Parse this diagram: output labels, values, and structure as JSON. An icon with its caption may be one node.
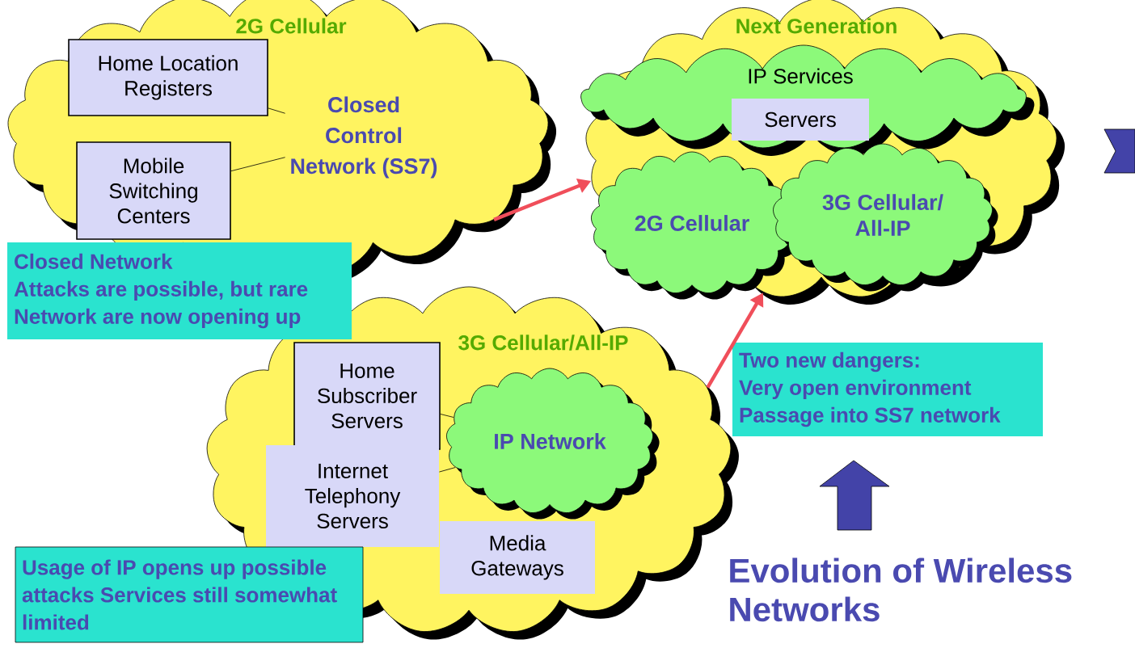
{
  "diagram": {
    "title": "Evolution of Wireless Networks",
    "nodes": [
      {
        "text": [
          "2G Cellular"
        ]
      },
      {
        "text": [
          "Home Location Registers"
        ],
        "in": 0
      },
      {
        "text": [
          "Mobile Switching Centers"
        ],
        "in": 0
      },
      {
        "text": [
          "Closed Control Network (SS7)"
        ],
        "in": 0
      },
      {
        "text": [
          "Next Generation"
        ]
      },
      {
        "text": [
          "IP Services"
        ],
        "in": 4
      },
      {
        "text": [
          "Servers"
        ],
        "in": 5
      },
      {
        "text": [
          "2G Cellular"
        ],
        "in": 4
      },
      {
        "text": [
          "3G Cellular/ All-IP"
        ],
        "in": 4
      },
      {
        "text": [
          "3G Cellular/All-IP"
        ]
      },
      {
        "text": [
          "Home Subscriber Servers"
        ],
        "in": 9
      },
      {
        "text": [
          "Internet Telephony Servers"
        ],
        "in": 9
      },
      {
        "text": [
          "Media Gateways"
        ],
        "in": 9
      },
      {
        "text": [
          "IP Network"
        ],
        "in": 9
      },
      {
        "text": [
          "Closed Network",
          "Attacks are possible, but rare",
          "Network are now opening up"
        ]
      },
      {
        "text": [
          "Two new dangers:",
          "Very open environment",
          "Passage into SS7 network"
        ]
      },
      {
        "text": [
          "Usage of IP opens up possible attacks Services still somewhat limited"
        ]
      }
    ],
    "edges": [
      {
        "from": 1,
        "to": 3,
        "arrow": "none"
      },
      {
        "from": 2,
        "to": 3,
        "arrow": "none"
      },
      {
        "from": 0,
        "to": 4,
        "arrow": "to",
        "style": "thick",
        "color": "#f04e5a"
      },
      {
        "from": 9,
        "to": 4,
        "arrow": "to",
        "style": "thick",
        "color": "#f04e5a"
      },
      {
        "from": 10,
        "to": 13,
        "arrow": "none"
      },
      {
        "from": 11,
        "to": 13,
        "arrow": "none"
      }
    ]
  }
}
